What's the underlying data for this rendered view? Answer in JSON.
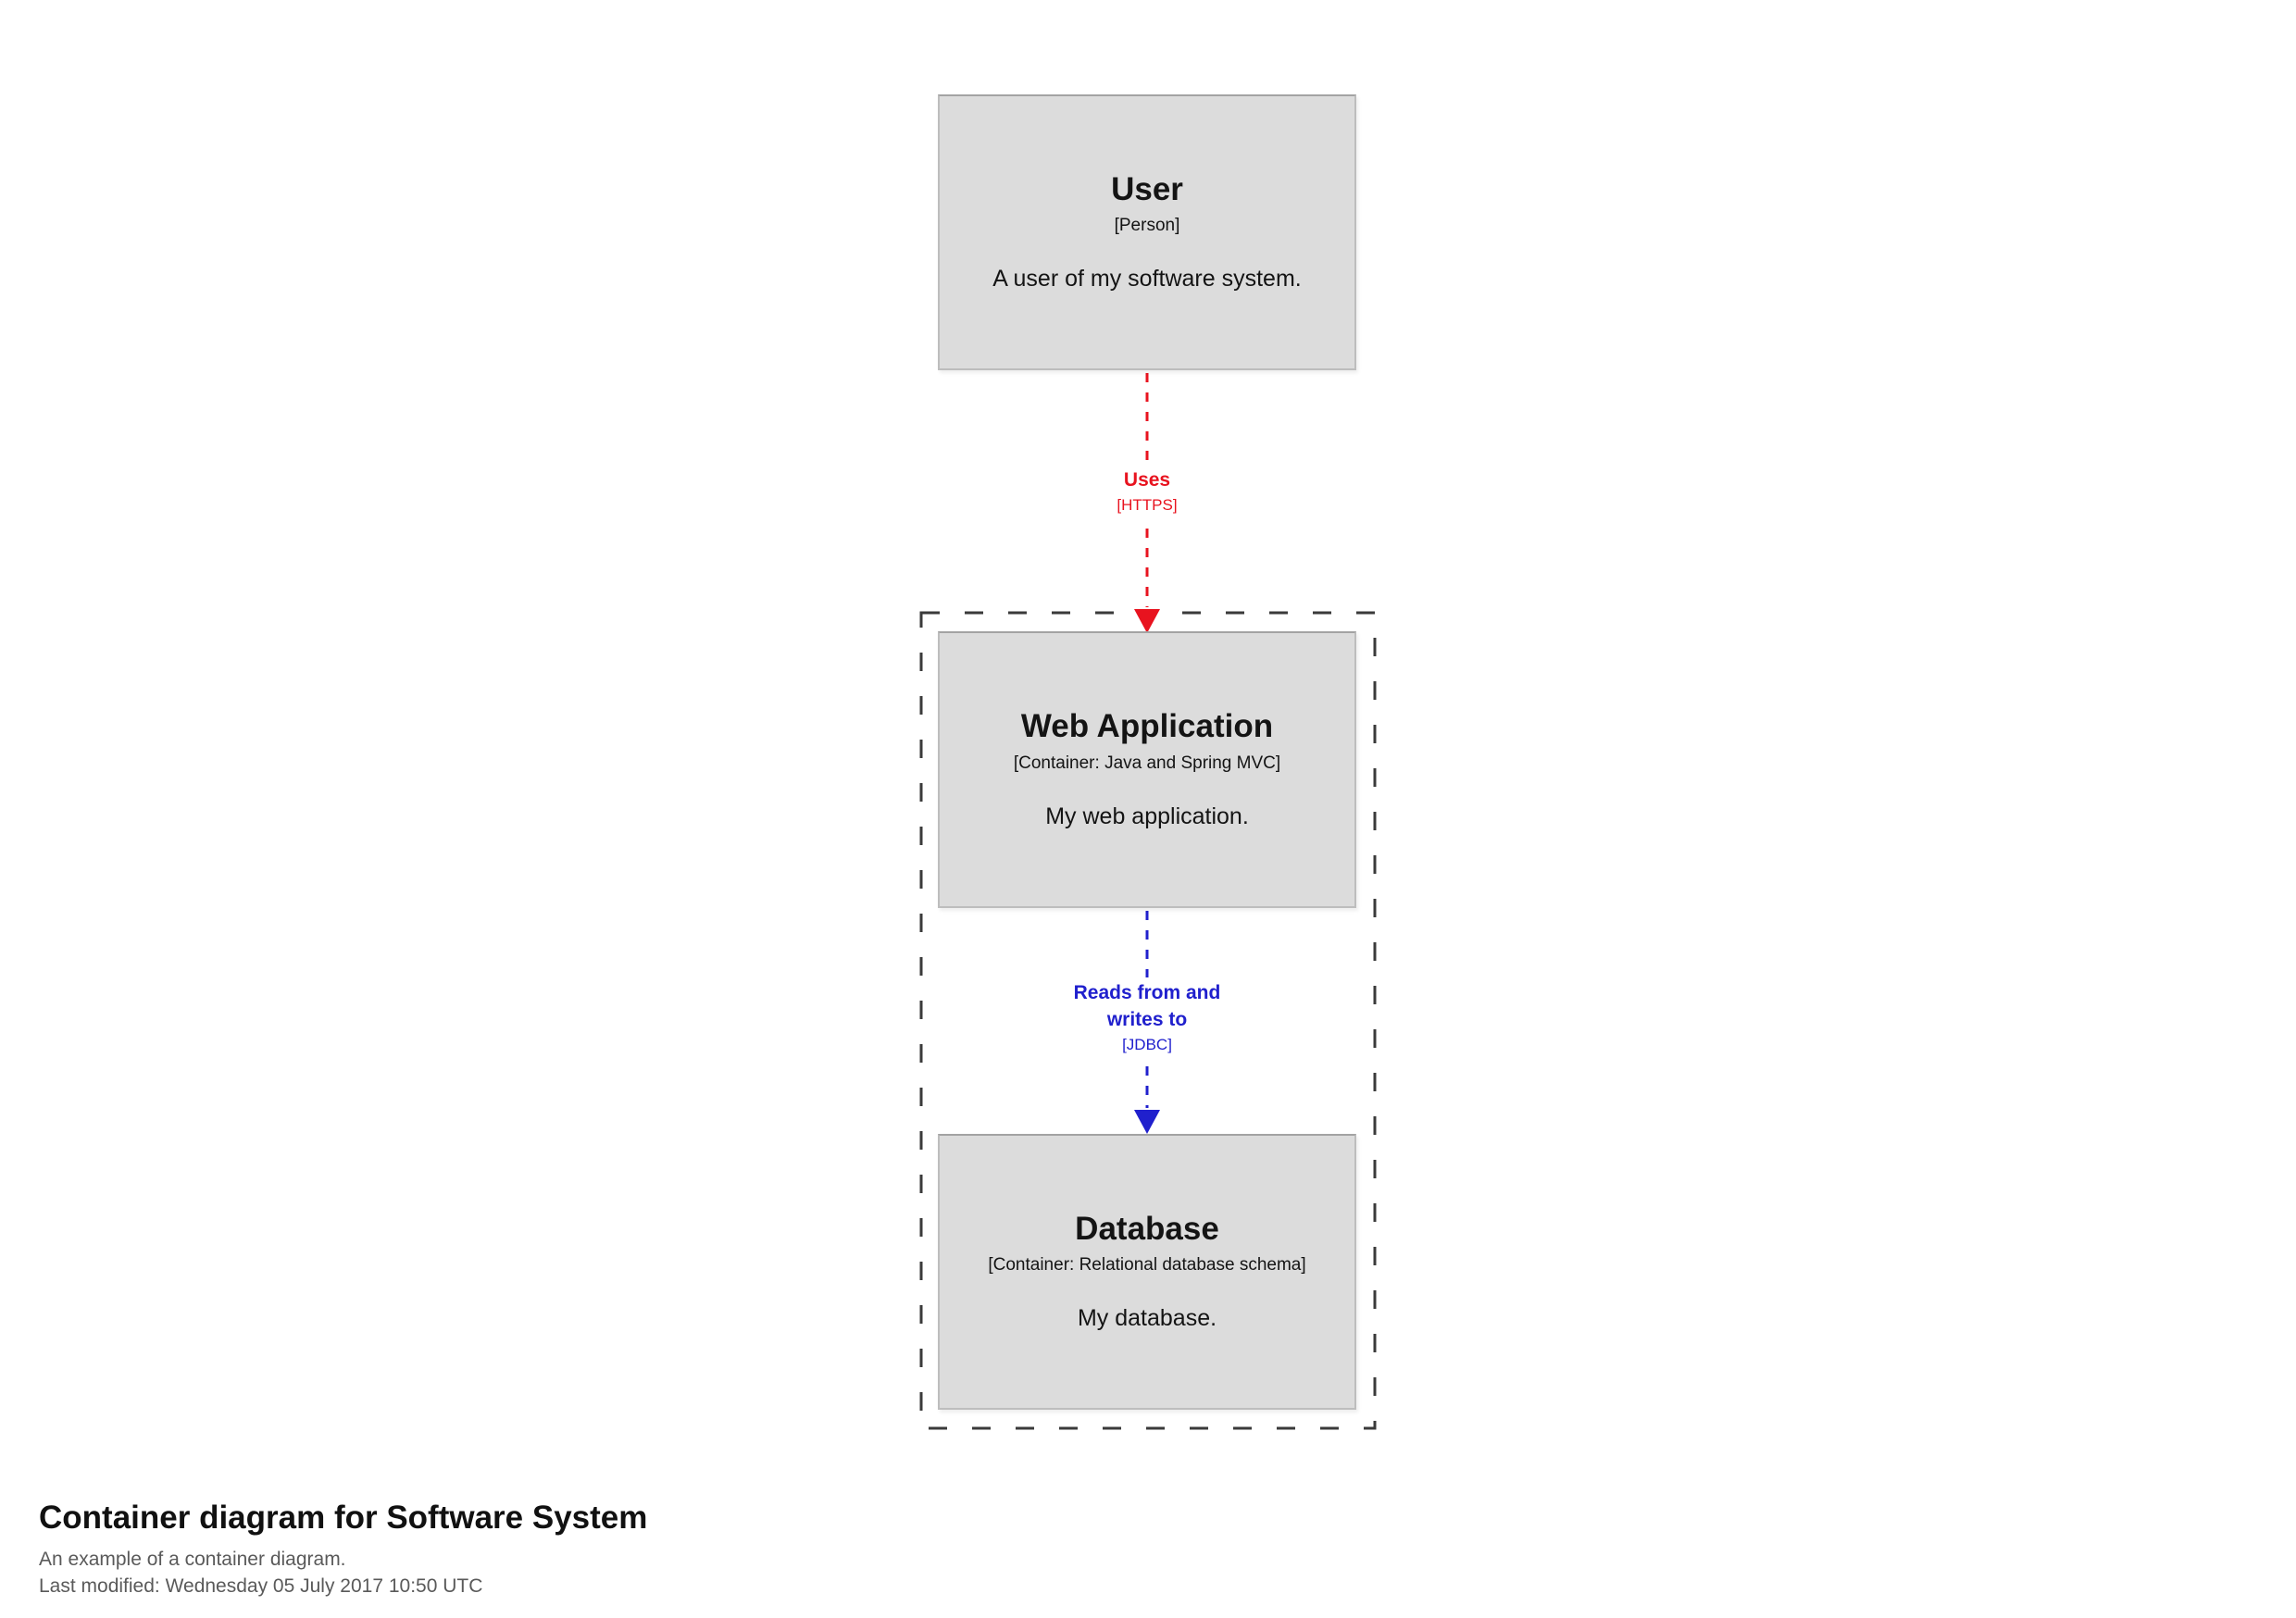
{
  "colors": {
    "node_fill": "#dcdcdc",
    "node_border": "#bdbdbd",
    "node_text": "#141414",
    "relationship_red": "#e8131f",
    "relationship_blue": "#2020cd",
    "boundary_dash": "#3a3a3a",
    "footer_muted": "#5a5a5a"
  },
  "diagram": {
    "elements": [
      {
        "name": "User",
        "meta": "[Person]",
        "description": "A user of my software system."
      },
      {
        "name": "Web Application",
        "meta": "[Container: Java and Spring MVC]",
        "description": "My web application."
      },
      {
        "name": "Database",
        "meta": "[Container: Relational database schema]",
        "description": "My database."
      }
    ],
    "relationships": [
      {
        "label": "Uses",
        "technology": "[HTTPS]"
      },
      {
        "label": "Reads from and writes to",
        "technology": "[JDBC]"
      }
    ]
  },
  "footer": {
    "title": "Container diagram for Software System",
    "description": "An example of a container diagram.",
    "last_modified": "Last modified: Wednesday 05 July 2017 10:50 UTC"
  }
}
